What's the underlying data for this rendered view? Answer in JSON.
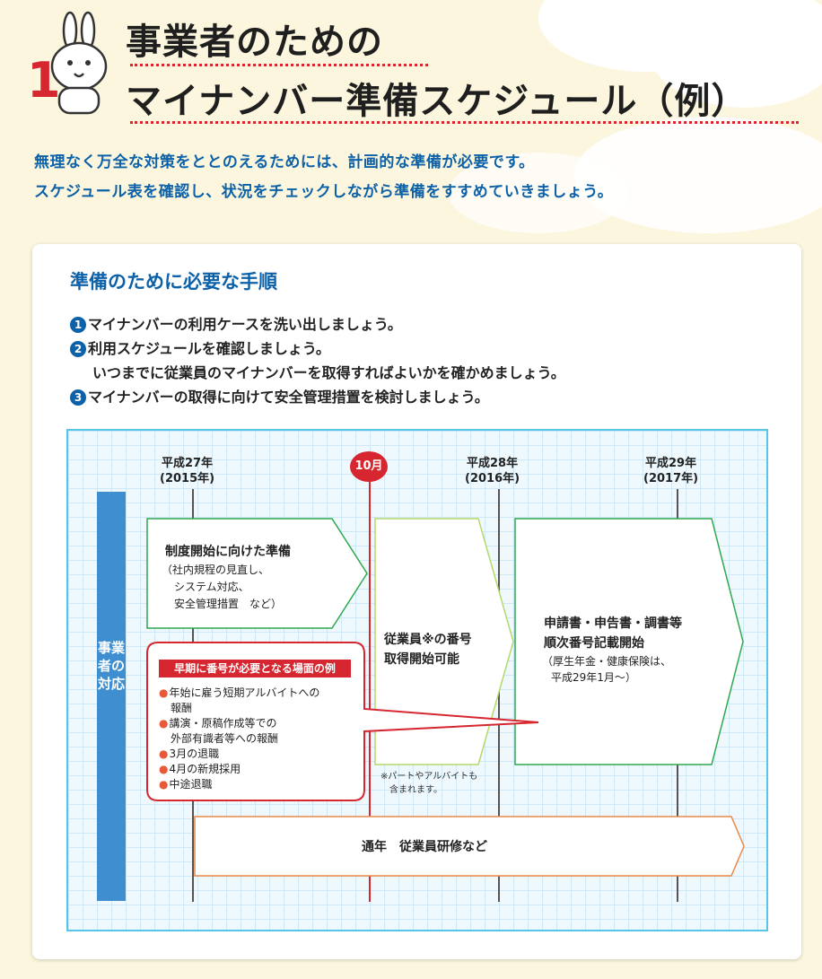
{
  "header": {
    "title_line1": "事業者のための",
    "title_line2": "マイナンバー準備スケジュール（例）",
    "mascot_icon": "rabbit-mascot-icon",
    "mascot_number": "1",
    "intro_line1": "無理なく万全な対策をととのえるためには、計画的な準備が必要です。",
    "intro_line2": "スケジュール表を確認し、状況をチェックしながら準備をすすめていきましょう。"
  },
  "steps": {
    "heading": "準備のために必要な手順",
    "items": [
      {
        "num": "1",
        "text": "マイナンバーの利用ケースを洗い出しましょう。"
      },
      {
        "num": "2",
        "text": "利用スケジュールを確認しましょう。"
      },
      {
        "num": "",
        "text": "いつまでに従業員のマイナンバーを取得すればよいかを確かめましょう。"
      },
      {
        "num": "3",
        "text": "マイナンバーの取得に向けて安全管理措置を検討しましょう。"
      }
    ]
  },
  "schedule": {
    "years": [
      {
        "line1": "平成27年",
        "line2": "(2015年)"
      },
      {
        "line1": "平成28年",
        "line2": "(2016年)"
      },
      {
        "line1": "平成29年",
        "line2": "(2017年)"
      }
    ],
    "october_badge": "10月",
    "side_label": "事業者の対応",
    "prep_box": {
      "main": "制度開始に向けた準備",
      "sub": [
        "（社内規程の見直し、",
        "システム対応、",
        "安全管理措置　など）"
      ]
    },
    "acquire_box": {
      "main_line1": "従業員※の番号",
      "main_line2": "取得開始可能"
    },
    "filing_box": {
      "main_line1": "申請書・申告書・調書等",
      "main_line2": "順次番号記載開始",
      "sub_line1": "（厚生年金・健康保険は、",
      "sub_line2": "平成29年1月～）"
    },
    "callout": {
      "label": "早期に番号が必要となる場面の例",
      "items": [
        {
          "bullet": "●",
          "text": "年始に雇う短期アルバイトへの"
        },
        {
          "bullet": "",
          "text": "報酬"
        },
        {
          "bullet": "●",
          "text": "講演・原稿作成等での"
        },
        {
          "bullet": "",
          "text": "外部有識者等への報酬"
        },
        {
          "bullet": "●",
          "text": "3月の退職"
        },
        {
          "bullet": "●",
          "text": "4月の新規採用"
        },
        {
          "bullet": "●",
          "text": "中途退職"
        }
      ]
    },
    "note_line1": "※パートやアルバイトも",
    "note_line2": "含まれます。",
    "year_round": "通年　従業員研修など"
  },
  "colors": {
    "brand_blue": "#0c61a8",
    "accent_red": "#d6262f",
    "side_bar_blue": "#3f8fd0",
    "grid_border": "#58c4e6",
    "box_green": "#2fa84f",
    "box_lightgreen": "#b6d86a",
    "box_orange": "#e8894a",
    "background": "#fbf6dd"
  }
}
